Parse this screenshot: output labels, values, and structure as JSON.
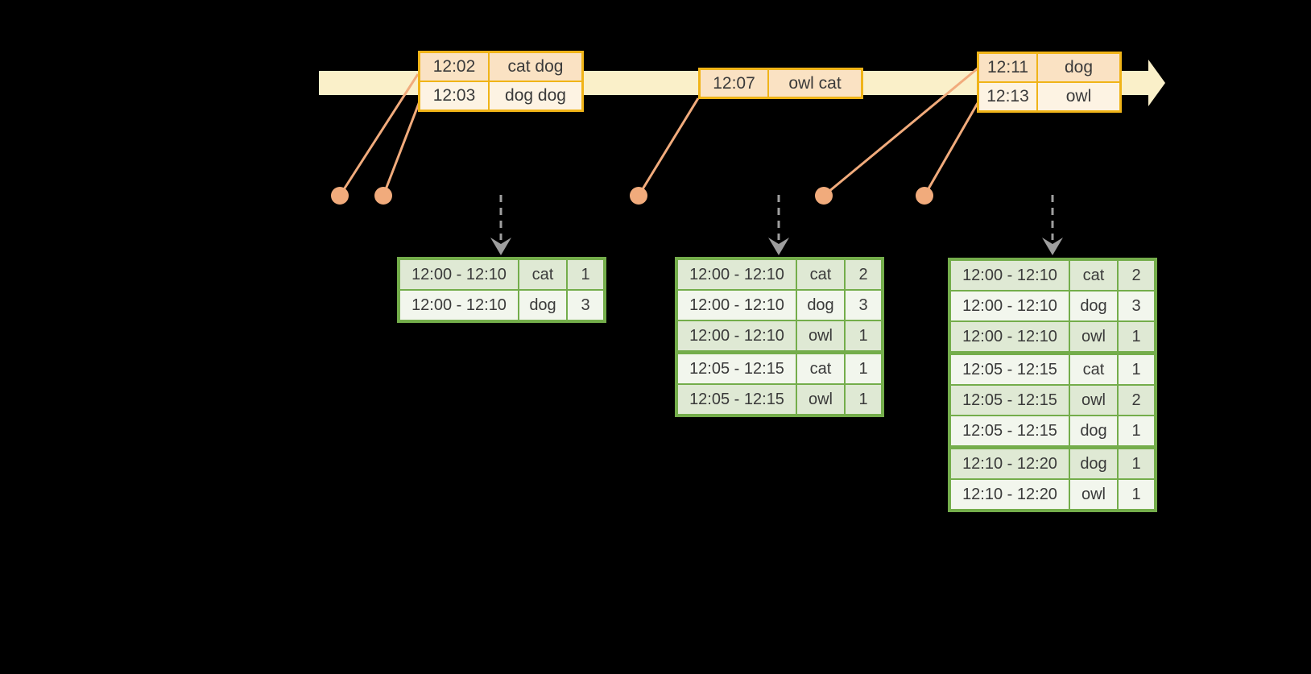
{
  "colors": {
    "background": "#000000",
    "band": "#FAF0C9",
    "event-border": "#F0B418",
    "event-row-dark": "#FAE2C3",
    "event-row-light": "#FDF3E3",
    "connector": "#F1AB7C",
    "trigger-arrow": "#9E9E9E",
    "result-border": "#74AD4B",
    "result-row-dark": "#DFE9D4",
    "result-row-light": "#F2F6ED",
    "text": "#3A3A3A"
  },
  "timeline": {
    "events": [
      {
        "time": "12:02",
        "words": "cat dog"
      },
      {
        "time": "12:03",
        "words": "dog dog"
      },
      {
        "time": "12:07",
        "words": "owl cat"
      },
      {
        "time": "12:11",
        "words": "dog"
      },
      {
        "time": "12:13",
        "words": "owl"
      }
    ]
  },
  "event_tables": [
    {
      "rows": [
        [
          "12:02",
          "cat dog"
        ],
        [
          "12:03",
          "dog dog"
        ]
      ]
    },
    {
      "rows": [
        [
          "12:07",
          "owl cat"
        ]
      ]
    },
    {
      "rows": [
        [
          "12:11",
          "dog"
        ],
        [
          "12:13",
          "owl"
        ]
      ]
    }
  ],
  "result_tables": [
    {
      "rows": [
        [
          "12:00 - 12:10",
          "cat",
          "1"
        ],
        [
          "12:00 - 12:10",
          "dog",
          "3"
        ]
      ]
    },
    {
      "rows": [
        [
          "12:00 - 12:10",
          "cat",
          "2"
        ],
        [
          "12:00 - 12:10",
          "dog",
          "3"
        ],
        [
          "12:00 - 12:10",
          "owl",
          "1"
        ],
        [
          "12:05 - 12:15",
          "cat",
          "1"
        ],
        [
          "12:05 - 12:15",
          "owl",
          "1"
        ]
      ]
    },
    {
      "rows": [
        [
          "12:00 - 12:10",
          "cat",
          "2"
        ],
        [
          "12:00 - 12:10",
          "dog",
          "3"
        ],
        [
          "12:00 - 12:10",
          "owl",
          "1"
        ],
        [
          "12:05 - 12:15",
          "cat",
          "1"
        ],
        [
          "12:05 - 12:15",
          "owl",
          "2"
        ],
        [
          "12:05 - 12:15",
          "dog",
          "1"
        ],
        [
          "12:10 - 12:20",
          "dog",
          "1"
        ],
        [
          "12:10 - 12:20",
          "owl",
          "1"
        ]
      ]
    }
  ]
}
